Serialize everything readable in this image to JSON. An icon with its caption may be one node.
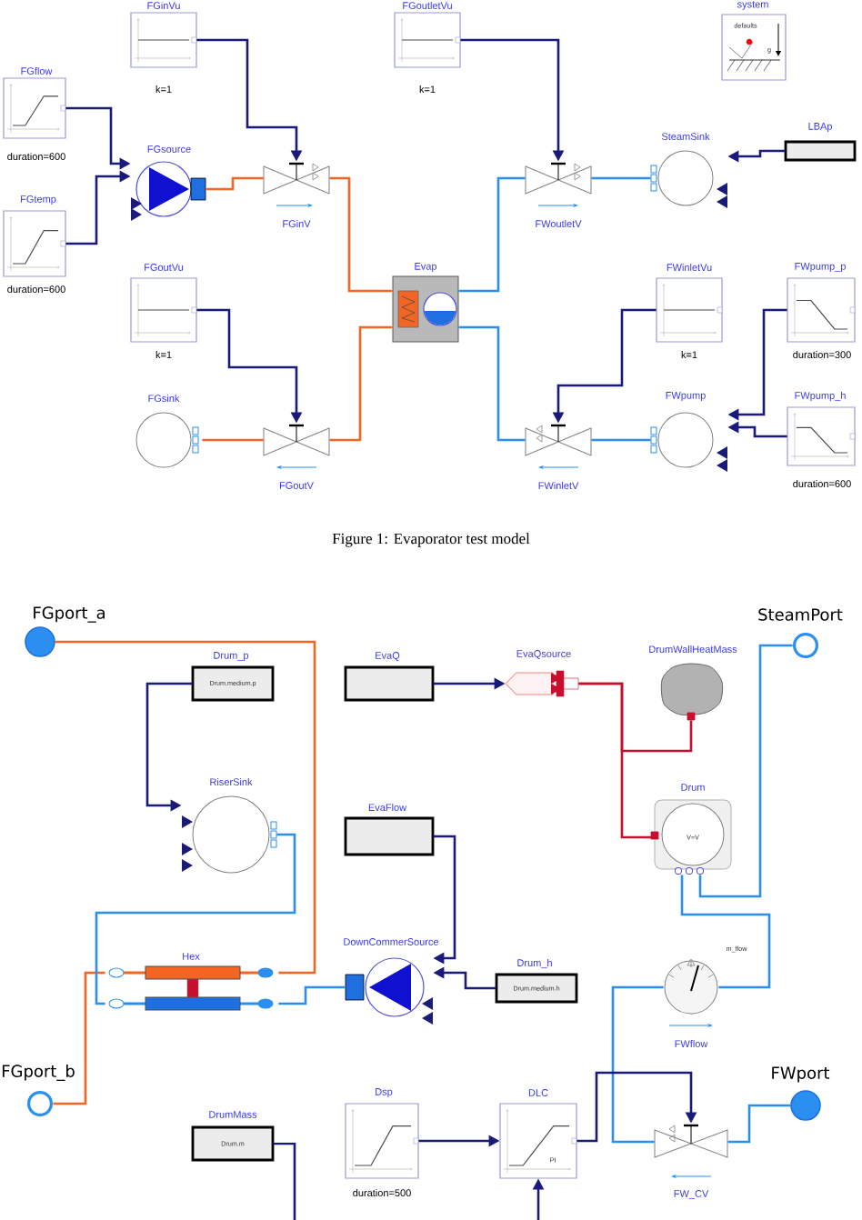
{
  "diagram": {
    "caption": "Figure 1: Evaporator test model",
    "nodes": [
      {
        "text": [
          "FGinVu"
        ],
        "beside": [
          "k=1"
        ]
      },
      {
        "text": [
          "FGoutletVu"
        ],
        "beside": [
          "k=1"
        ]
      },
      {
        "text": [
          "system",
          "defaults",
          "g"
        ]
      },
      {
        "text": [
          "FGflow"
        ],
        "beside": [
          "duration=600"
        ]
      },
      {
        "text": [
          "FGsource"
        ]
      },
      {
        "text": [
          "FGinV"
        ]
      },
      {
        "text": [
          "FWoutletV"
        ]
      },
      {
        "text": [
          "SteamSink"
        ]
      },
      {
        "text": [
          "LBAp"
        ]
      },
      {
        "text": [
          "FGtemp"
        ],
        "beside": [
          "duration=600"
        ]
      },
      {
        "text": [
          "Evap"
        ]
      },
      {
        "text": [
          "FGoutVu"
        ],
        "beside": [
          "k=1"
        ]
      },
      {
        "text": [
          "FWinletVu"
        ],
        "beside": [
          "k=1"
        ]
      },
      {
        "text": [
          "FWpump_p"
        ],
        "beside": [
          "duration=300"
        ]
      },
      {
        "text": [
          "FGsink"
        ]
      },
      {
        "text": [
          "FGoutV"
        ]
      },
      {
        "text": [
          "FWinletV"
        ]
      },
      {
        "text": [
          "FWpump"
        ]
      },
      {
        "text": [
          "FWpump_h"
        ],
        "beside": [
          "duration=600"
        ]
      },
      {
        "text": [
          "FGport_a"
        ]
      },
      {
        "text": [
          "SteamPort"
        ]
      },
      {
        "text": [
          "Drum_p",
          "Drum.medium.p"
        ]
      },
      {
        "text": [
          "EvaQ"
        ]
      },
      {
        "text": [
          "EvaQsource"
        ]
      },
      {
        "text": [
          "DrumWallHeatMass"
        ]
      },
      {
        "text": [
          "RiserSink"
        ]
      },
      {
        "text": [
          "EvaFlow"
        ]
      },
      {
        "text": [
          "Drum",
          "V=V"
        ]
      },
      {
        "text": [
          "Hex"
        ]
      },
      {
        "text": [
          "DownCommerSource"
        ]
      },
      {
        "text": [
          "Drum_h",
          "Drum.medium.h"
        ]
      },
      {
        "text": [
          "FWflow",
          "m_flow"
        ]
      },
      {
        "text": [
          "FGport_b"
        ]
      },
      {
        "text": [
          "FWport"
        ]
      },
      {
        "text": [
          "DrumMass",
          "Drum.m"
        ]
      },
      {
        "text": [
          "Dsp"
        ],
        "beside": [
          "duration=500"
        ]
      },
      {
        "text": [
          "DLC",
          "PI"
        ]
      },
      {
        "text": [
          "FW_CV"
        ]
      }
    ],
    "edges": [
      {
        "from": 0,
        "to": 5,
        "arrow": "to"
      },
      {
        "from": 3,
        "to": 4,
        "arrow": "to"
      },
      {
        "from": 9,
        "to": 4,
        "arrow": "to"
      },
      {
        "from": 4,
        "to": 5,
        "arrow": "none",
        "color": "#f26522"
      },
      {
        "from": 5,
        "to": 10,
        "arrow": "none",
        "color": "#f26522"
      },
      {
        "from": 10,
        "to": 15,
        "arrow": "none",
        "color": "#f26522"
      },
      {
        "from": 15,
        "to": 14,
        "arrow": "none",
        "color": "#f26522"
      },
      {
        "from": 11,
        "to": 15,
        "arrow": "to"
      },
      {
        "from": 1,
        "to": 6,
        "arrow": "to"
      },
      {
        "from": 10,
        "to": 6,
        "arrow": "none",
        "color": "#2a8ff0"
      },
      {
        "from": 6,
        "to": 7,
        "arrow": "none",
        "color": "#2a8ff0"
      },
      {
        "from": 8,
        "to": 7,
        "arrow": "to"
      },
      {
        "from": 10,
        "to": 16,
        "arrow": "none",
        "color": "#2a8ff0"
      },
      {
        "from": 16,
        "to": 17,
        "arrow": "none",
        "color": "#2a8ff0"
      },
      {
        "from": 12,
        "to": 16,
        "arrow": "to"
      },
      {
        "from": 13,
        "to": 17,
        "arrow": "to"
      },
      {
        "from": 18,
        "to": 17,
        "arrow": "to"
      },
      {
        "from": 19,
        "to": 28,
        "arrow": "none",
        "color": "#f26522"
      },
      {
        "from": 28,
        "to": 32,
        "arrow": "none",
        "color": "#f26522"
      },
      {
        "from": 21,
        "to": 25,
        "arrow": "to"
      },
      {
        "from": 25,
        "to": 28,
        "arrow": "none",
        "color": "#2a8ff0"
      },
      {
        "from": 22,
        "to": 23,
        "arrow": "to"
      },
      {
        "from": 23,
        "to": 24,
        "arrow": "none",
        "color": "#c8102e"
      },
      {
        "from": 23,
        "to": 27,
        "arrow": "none",
        "color": "#c8102e"
      },
      {
        "from": 26,
        "to": 29,
        "arrow": "to"
      },
      {
        "from": 30,
        "to": 29,
        "arrow": "to"
      },
      {
        "from": 28,
        "to": 29,
        "arrow": "none",
        "color": "#2a8ff0"
      },
      {
        "from": 27,
        "to": 20,
        "arrow": "none",
        "color": "#2a8ff0"
      },
      {
        "from": 27,
        "to": 31,
        "arrow": "none",
        "color": "#2a8ff0"
      },
      {
        "from": 31,
        "to": 37,
        "arrow": "none",
        "color": "#2a8ff0"
      },
      {
        "from": 37,
        "to": 33,
        "arrow": "none",
        "color": "#2a8ff0"
      },
      {
        "from": 35,
        "to": 36,
        "arrow": "to"
      },
      {
        "from": 36,
        "to": 37,
        "arrow": "to"
      },
      {
        "from": 34,
        "to": null,
        "arrow": "none"
      },
      {
        "from": null,
        "to": 36,
        "arrow": "to"
      }
    ]
  }
}
